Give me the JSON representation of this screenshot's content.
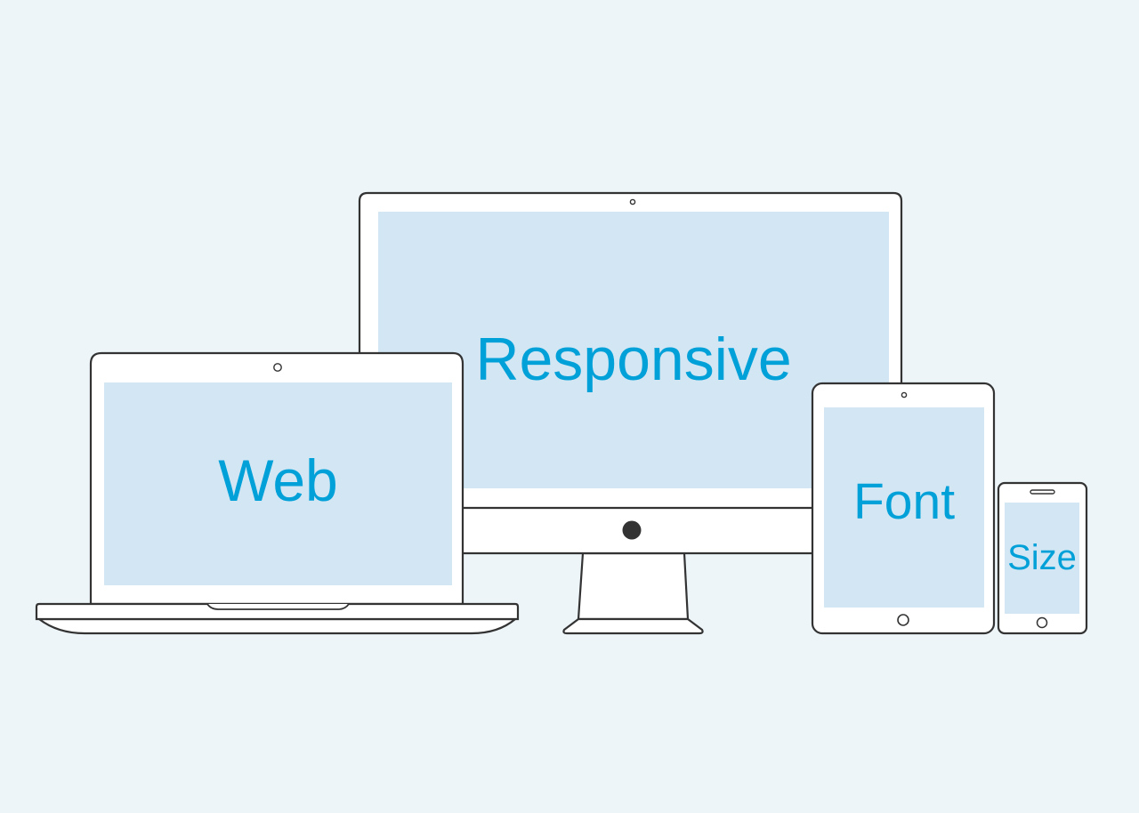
{
  "scene": {
    "background_color": "#EDF5F9",
    "screen_color": "#D3E6F4",
    "text_color": "#00A0D8",
    "outline_color": "#333333",
    "body_color": "#FFFFFF"
  },
  "devices": {
    "monitor": {
      "type": "desktop-monitor",
      "screen_text": "Responsive"
    },
    "laptop": {
      "type": "laptop",
      "screen_text": "Web"
    },
    "tablet": {
      "type": "tablet",
      "screen_text": "Font"
    },
    "phone": {
      "type": "smartphone",
      "screen_text": "Size"
    }
  }
}
